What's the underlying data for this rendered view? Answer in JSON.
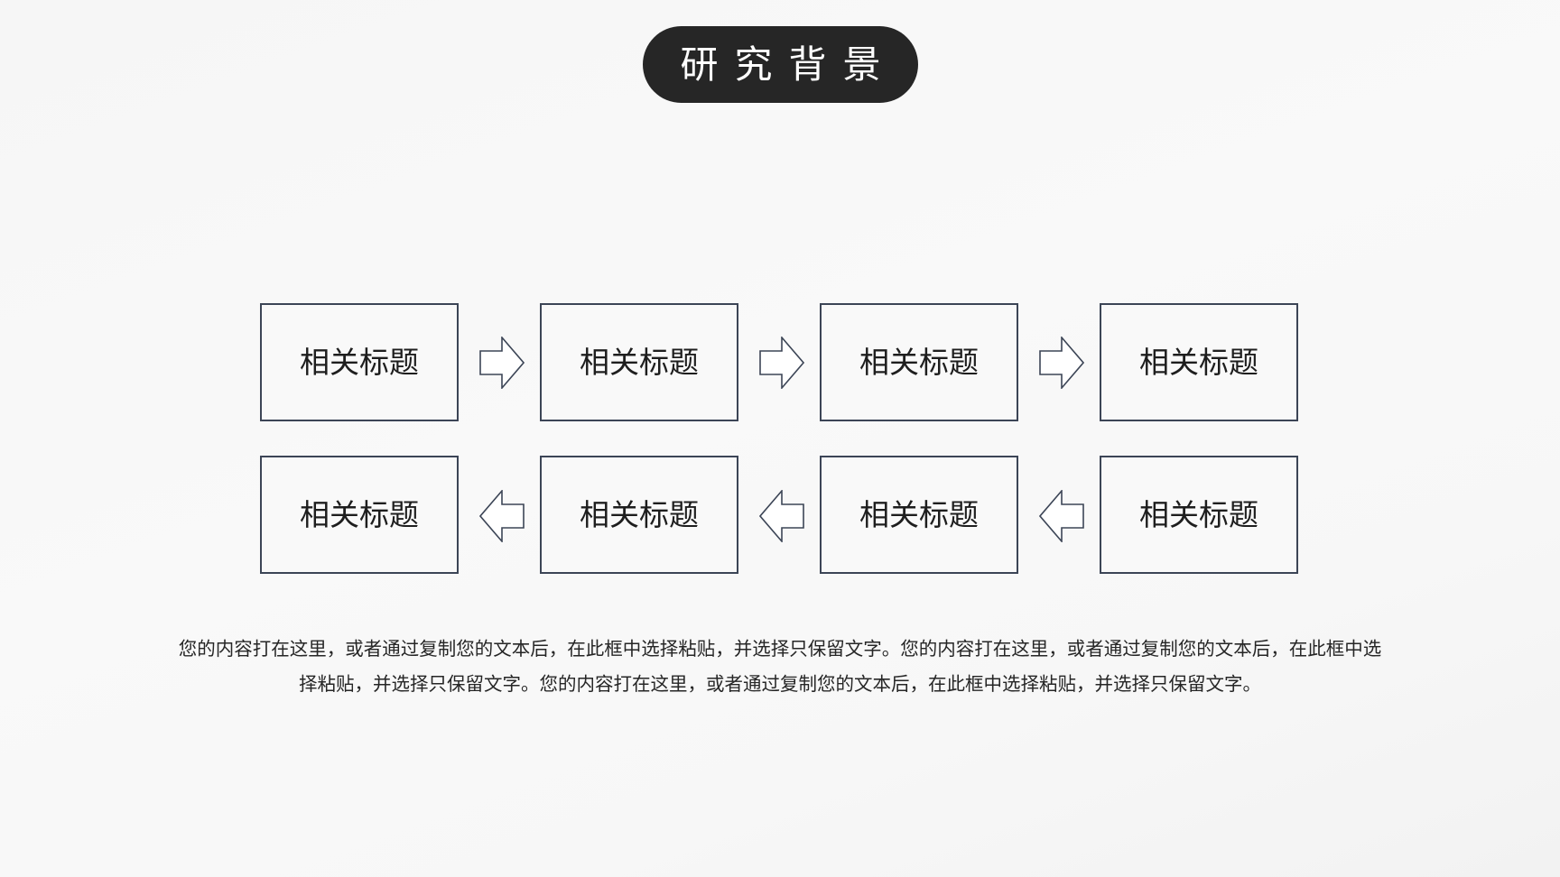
{
  "title": "研究背景",
  "flow": {
    "row1": [
      "相关标题",
      "相关标题",
      "相关标题",
      "相关标题"
    ],
    "row2": [
      "相关标题",
      "相关标题",
      "相关标题",
      "相关标题"
    ],
    "arrows_row1": "right-arrow-icon",
    "arrows_row2": "left-arrow-icon"
  },
  "description": {
    "line1": "您的内容打在这里，或者通过复制您的文本后，在此框中选择粘贴，并选择只保留文字。您的内容打在这里，或者通过复制您的文本后，在此框中选",
    "line2": "择粘贴，并选择只保留文字。您的内容打在这里，或者通过复制您的文本后，在此框中选择粘贴，并选择只保留文字。"
  },
  "colors": {
    "pill_bg": "#262626",
    "box_border": "#3c4556",
    "text": "#1e1e1e"
  }
}
